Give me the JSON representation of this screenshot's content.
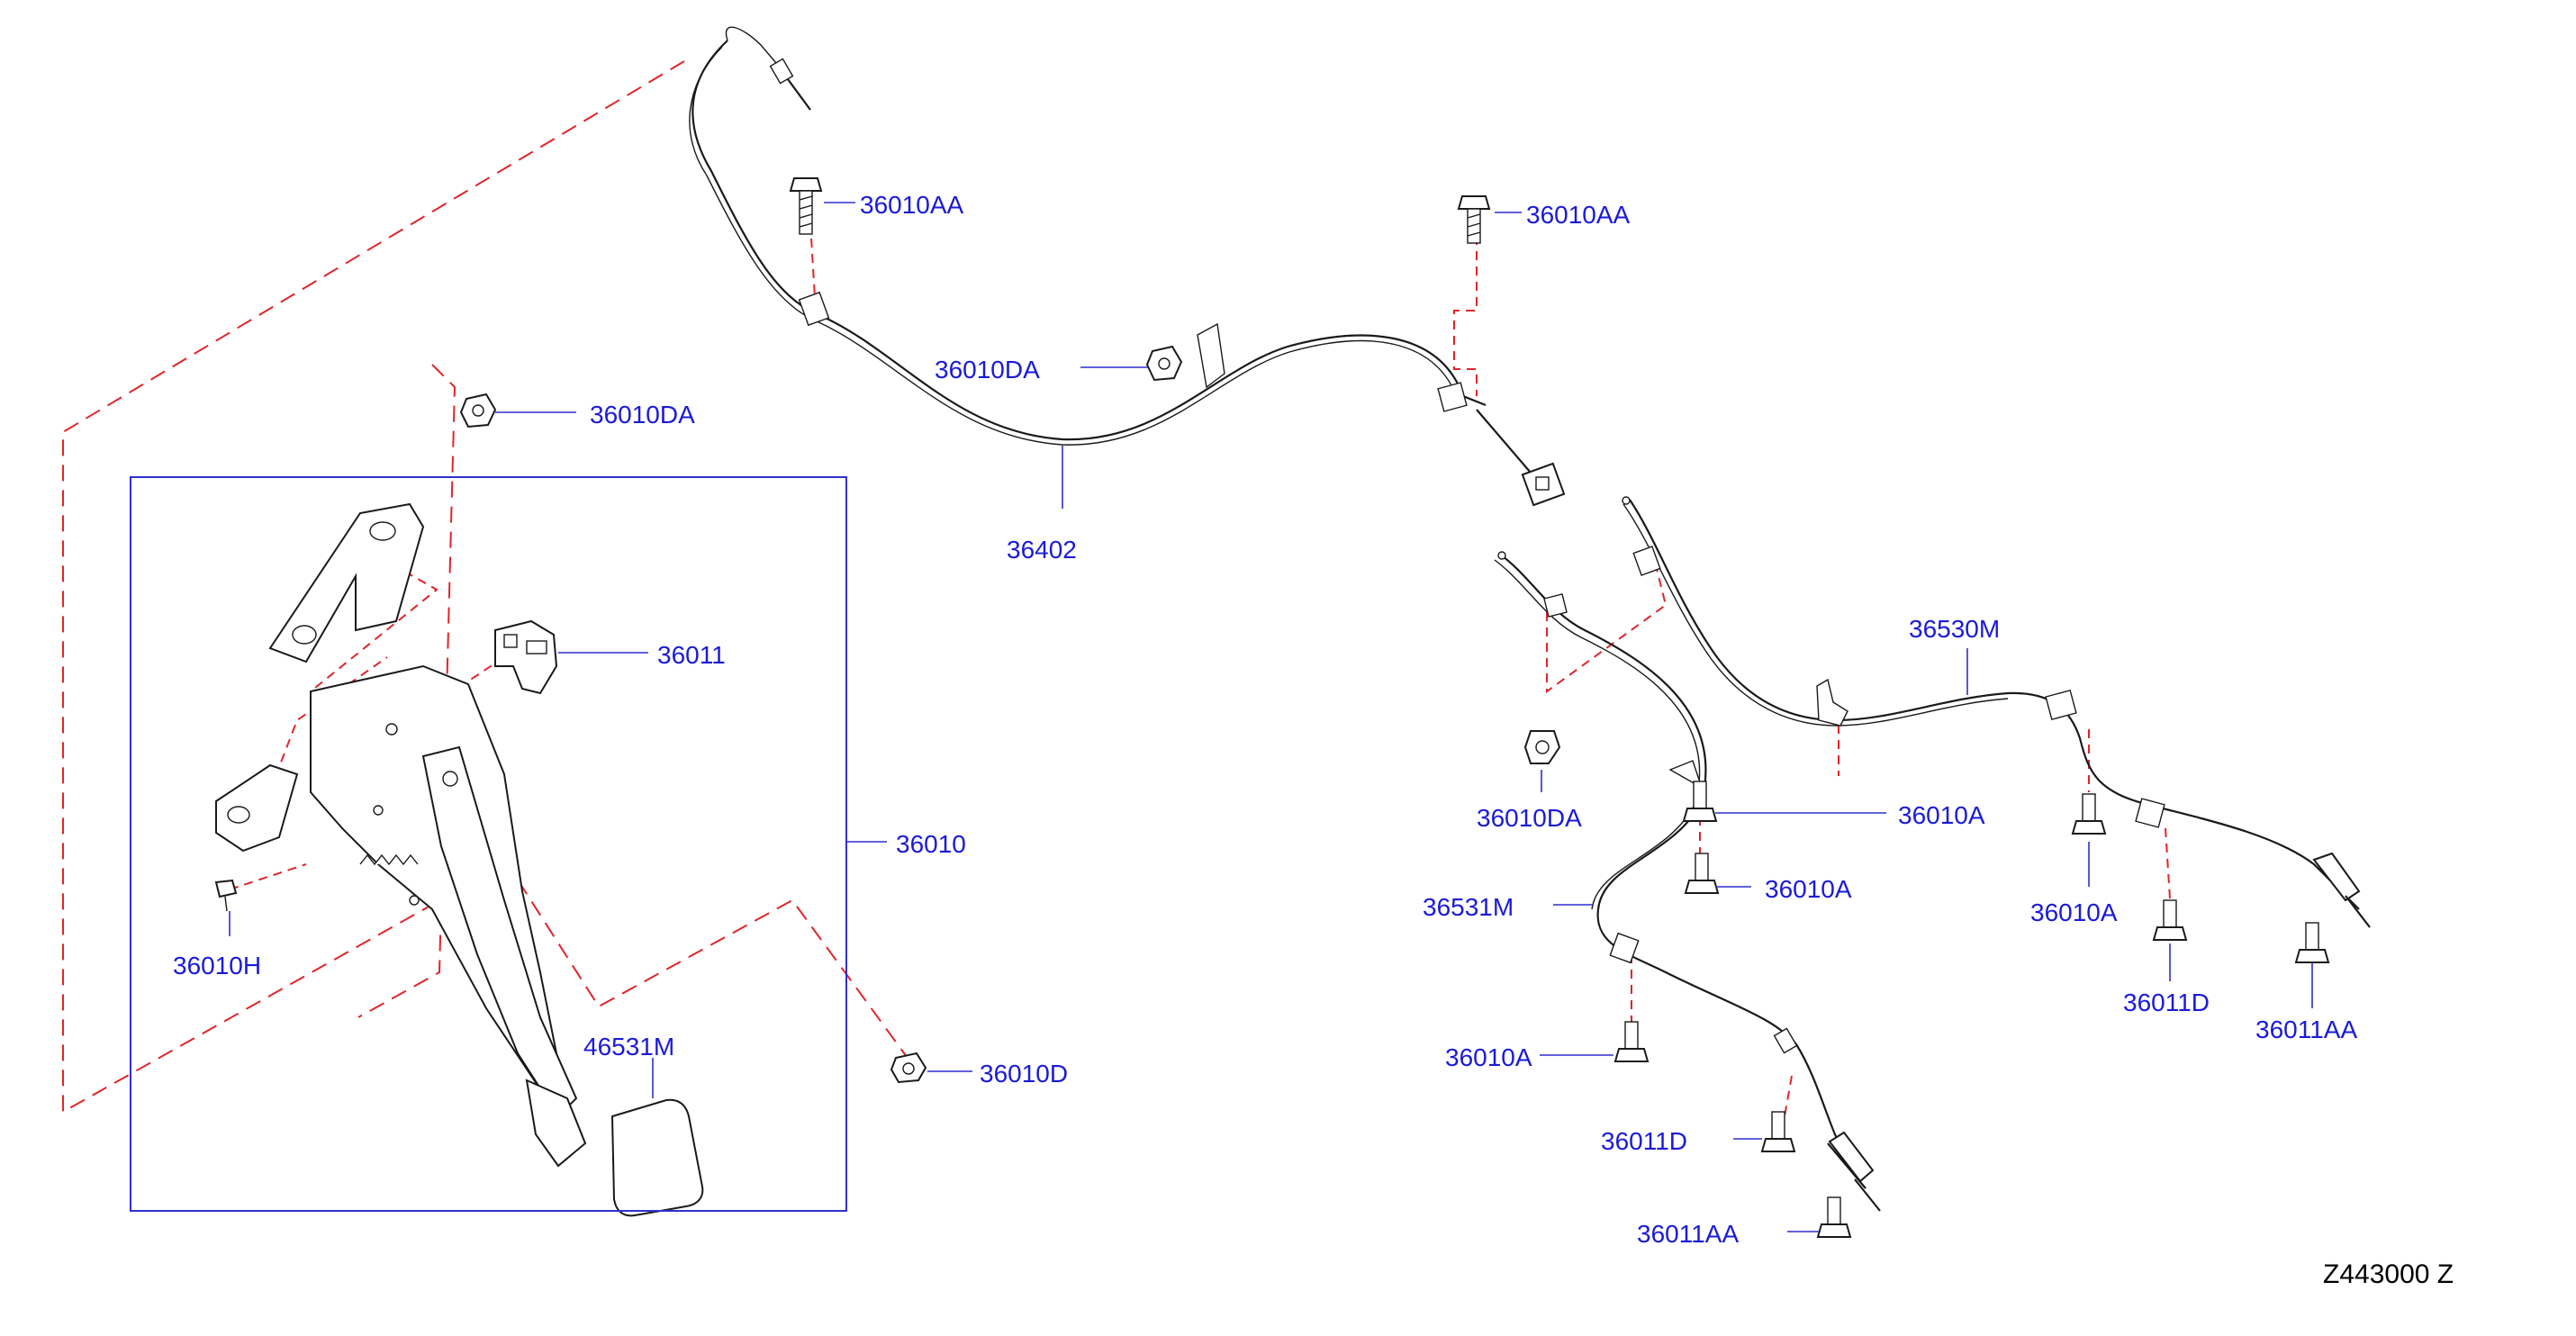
{
  "diagram": {
    "code": "Z443000 Z",
    "callouts": [
      "36010AA",
      "36010AA",
      "36010DA",
      "36010DA",
      "36402",
      "36011",
      "36010",
      "36010H",
      "46531M",
      "36010D",
      "36530M",
      "36010DA",
      "36010A",
      "36531M",
      "36010A",
      "36010A",
      "36011D",
      "36011AA",
      "36010A",
      "36011D",
      "36011AA"
    ]
  },
  "colors": {
    "callout_text": "#1a1ad9",
    "leader_line": "#2f2fd0",
    "phantom_line": "#e0242a",
    "part_outline": "#1a1a1a"
  }
}
